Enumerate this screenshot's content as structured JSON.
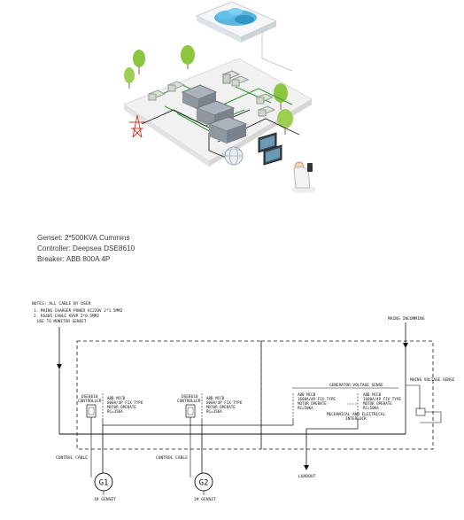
{
  "spec_lines": [
    "Genset: 2*500KVA Cummins",
    "Controller: Deepsea DSE8610",
    "Breaker: ABB 800A 4P"
  ],
  "schematic": {
    "notes": [
      "NOTES: ALL CABLE BY USER",
      "1. MAINS CHARGER POWER AC220V  2*1.5MM2",
      "2. RS485 CABLE KVVP 2*0.5MM2",
      "USE TO MONITOR GENSET"
    ],
    "mains_incoming": "MAINS INCOMMING",
    "mains_voltage_sense": "MAINS VOLTAGE SENSE",
    "generator_voltage_sense": "GENERATOR VOLTAGE SENSE",
    "controller_1": [
      "DSE8610",
      "CONTROLLER"
    ],
    "controller_2": [
      "DSE8610",
      "CONTROLLER"
    ],
    "breaker_1": [
      "ABB MCCB",
      "800A/4P FIX TYPE",
      "MOTOR OPERATE",
      "RC=35KA"
    ],
    "breaker_2": [
      "ABB MCCB",
      "800A/4P FIX TYPE",
      "MOTOR OPERATE",
      "RC=35KA"
    ],
    "breaker_3": [
      "ABB MCCB",
      "1600A/4P FIX TYPE",
      "MOTOR OPERATE",
      "RC=50KA"
    ],
    "breaker_4": [
      "ABB MCCB",
      "1600A/4P FIX TYPE",
      "MOTOR OPERATE",
      "RC=50KA"
    ],
    "interlock": [
      "MECHANICAL AND ELECTRICAL",
      "INTERLOCK"
    ],
    "control_cable_1": "CONTROL CABLE",
    "control_cable_2": "CONTROL CABLE",
    "g1": "G1",
    "g2": "G2",
    "genset_1": "1# GENSET",
    "genset_2": "2# GENSET",
    "loadout": "LOADOUT"
  },
  "colors": {
    "green_cable": "#3c9a3c",
    "dark_cable": "#222222",
    "tree": "#8cc63f",
    "cloud": "#3fa9d6"
  }
}
